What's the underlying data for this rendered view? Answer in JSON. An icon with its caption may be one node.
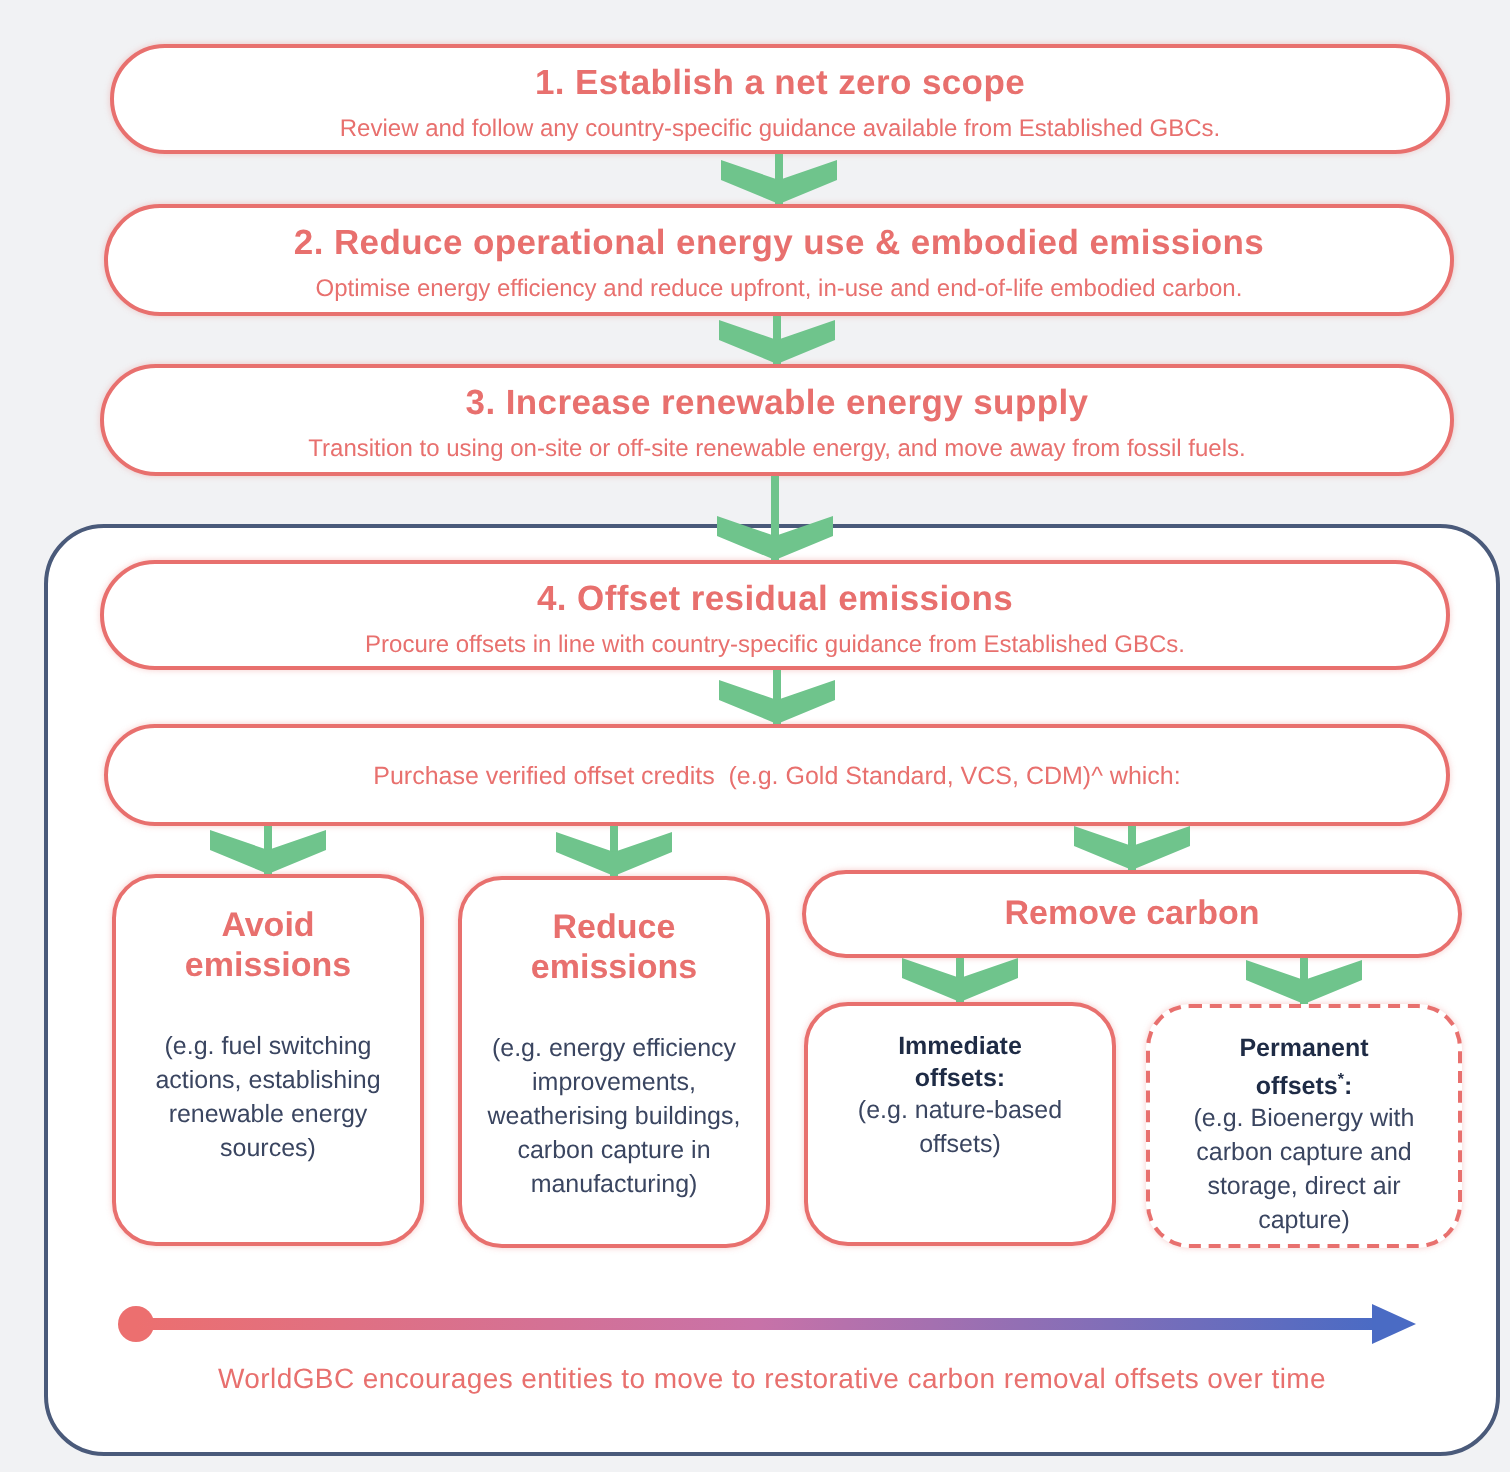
{
  "diagram": {
    "nodes": [
      {
        "text": [
          "1. Establish a net zero scope",
          "Review and follow any country-specific guidance available from Established GBCs."
        ]
      },
      {
        "text": [
          "2. Reduce operational energy use & embodied emissions",
          "Optimise energy efficiency and reduce upfront, in-use and end-of-life embodied carbon."
        ]
      },
      {
        "text": [
          "3. Increase renewable energy supply",
          "Transition to using on-site or off-site renewable energy, and move away from fossil fuels."
        ]
      },
      {
        "text": [],
        "shape": "box"
      },
      {
        "text": [
          "4. Offset residual emissions",
          "Procure offsets in line with country-specific guidance from Established GBCs."
        ],
        "in": 3
      },
      {
        "text": [
          "Purchase verified offset credits  (e.g. Gold Standard, VCS, CDM)^ which:"
        ],
        "in": 3
      },
      {
        "text": [
          "Avoid emissions",
          "(e.g. fuel switching actions, establishing renewable energy sources)"
        ],
        "in": 3
      },
      {
        "text": [
          "Reduce emissions",
          "(e.g. energy efficiency improvements, weatherising buildings, carbon capture in manufacturing)"
        ],
        "in": 3
      },
      {
        "text": [
          "Remove carbon"
        ],
        "in": 3
      },
      {
        "text": [
          "Immediate offsets:",
          "(e.g. nature-based offsets)"
        ],
        "in": 3
      },
      {
        "text": [
          "Permanent offsets$^{*}$:",
          "(e.g. Bioenergy with carbon capture and storage, direct air capture)"
        ],
        "in": 3
      }
    ],
    "edges": [
      {
        "from": 0,
        "to": 1,
        "arrow": "to"
      },
      {
        "from": 1,
        "to": 2,
        "arrow": "to"
      },
      {
        "from": 2,
        "to": 4,
        "arrow": "to"
      },
      {
        "from": 4,
        "to": 5,
        "arrow": "to"
      },
      {
        "from": 5,
        "to": 6,
        "arrow": "to"
      },
      {
        "from": 5,
        "to": 7,
        "arrow": "to"
      },
      {
        "from": 5,
        "to": 8,
        "arrow": "to"
      },
      {
        "from": 8,
        "to": 9,
        "arrow": "to"
      },
      {
        "from": 8,
        "to": 10,
        "arrow": "to"
      }
    ],
    "labels": [
      "WorldGBC encourages entities to move to restorative carbon removal offsets over time"
    ]
  }
}
